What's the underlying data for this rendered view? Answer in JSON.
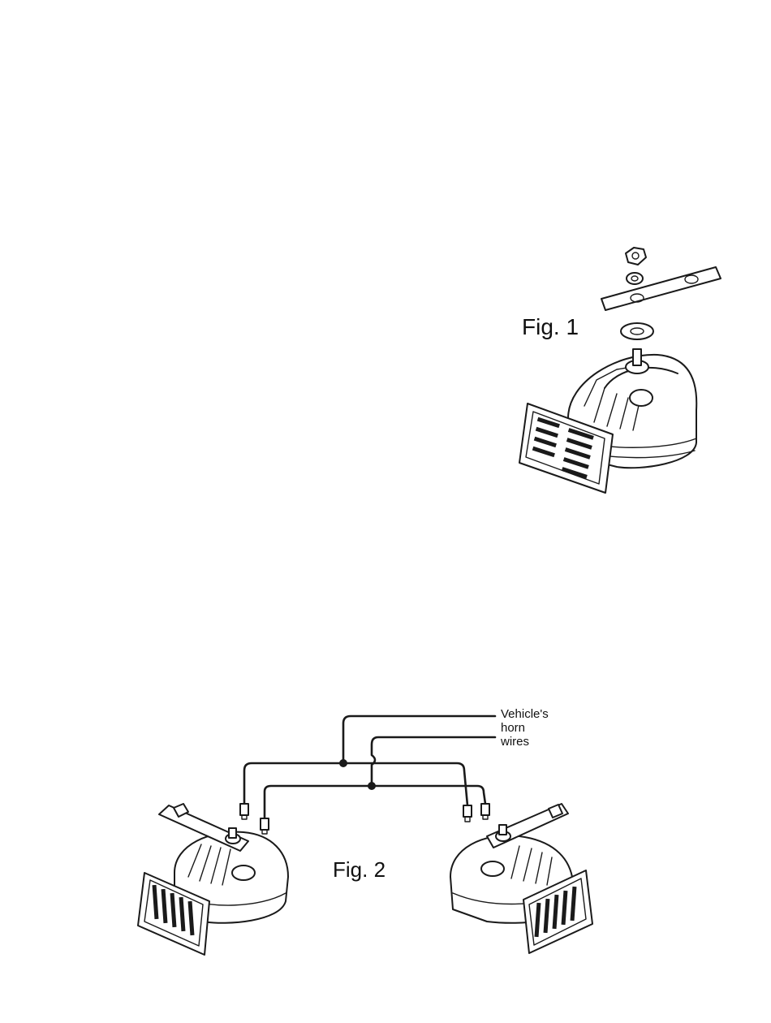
{
  "figure1": {
    "label": "Fig. 1"
  },
  "figure2": {
    "label": "Fig. 2",
    "callout_lines": [
      "Vehicle's",
      "horn",
      "wires"
    ]
  }
}
